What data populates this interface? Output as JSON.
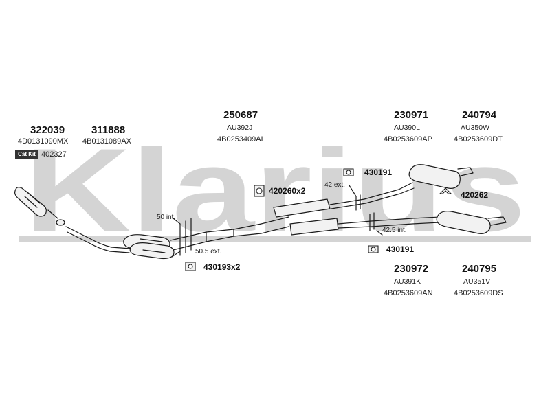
{
  "watermark": "Klarius",
  "parts": {
    "p322039": {
      "number": "322039",
      "ref": "4D0131090MX"
    },
    "p311888": {
      "number": "311888",
      "ref": "4B0131089AX"
    },
    "p250687": {
      "number": "250687",
      "code": "AU392J",
      "ref": "4B0253409AL"
    },
    "p230971": {
      "number": "230971",
      "code": "AU390L",
      "ref": "4B0253609AP"
    },
    "p240794": {
      "number": "240794",
      "code": "AU350W",
      "ref": "4B0253609DT"
    },
    "p230972": {
      "number": "230972",
      "code": "AU391K",
      "ref": "4B0253609AN"
    },
    "p240795": {
      "number": "240795",
      "code": "AU351V",
      "ref": "4B0253609DS"
    }
  },
  "catkit": {
    "badge": "Cat Kit",
    "ref": "402327"
  },
  "fittings": {
    "f430191a": "430191",
    "f420260": "420260x2",
    "f420262": "420262",
    "f430191b": "430191",
    "f430193": "430193x2"
  },
  "dimensions": {
    "d42ext": "42 ext.",
    "d50int": "50 int.",
    "d50_5ext": "50.5 ext.",
    "d42_5int": "42.5 int."
  },
  "colors": {
    "watermark": "#d4d4d4",
    "line": "#1a1a1a",
    "part_fill": "#f2f2f2"
  }
}
